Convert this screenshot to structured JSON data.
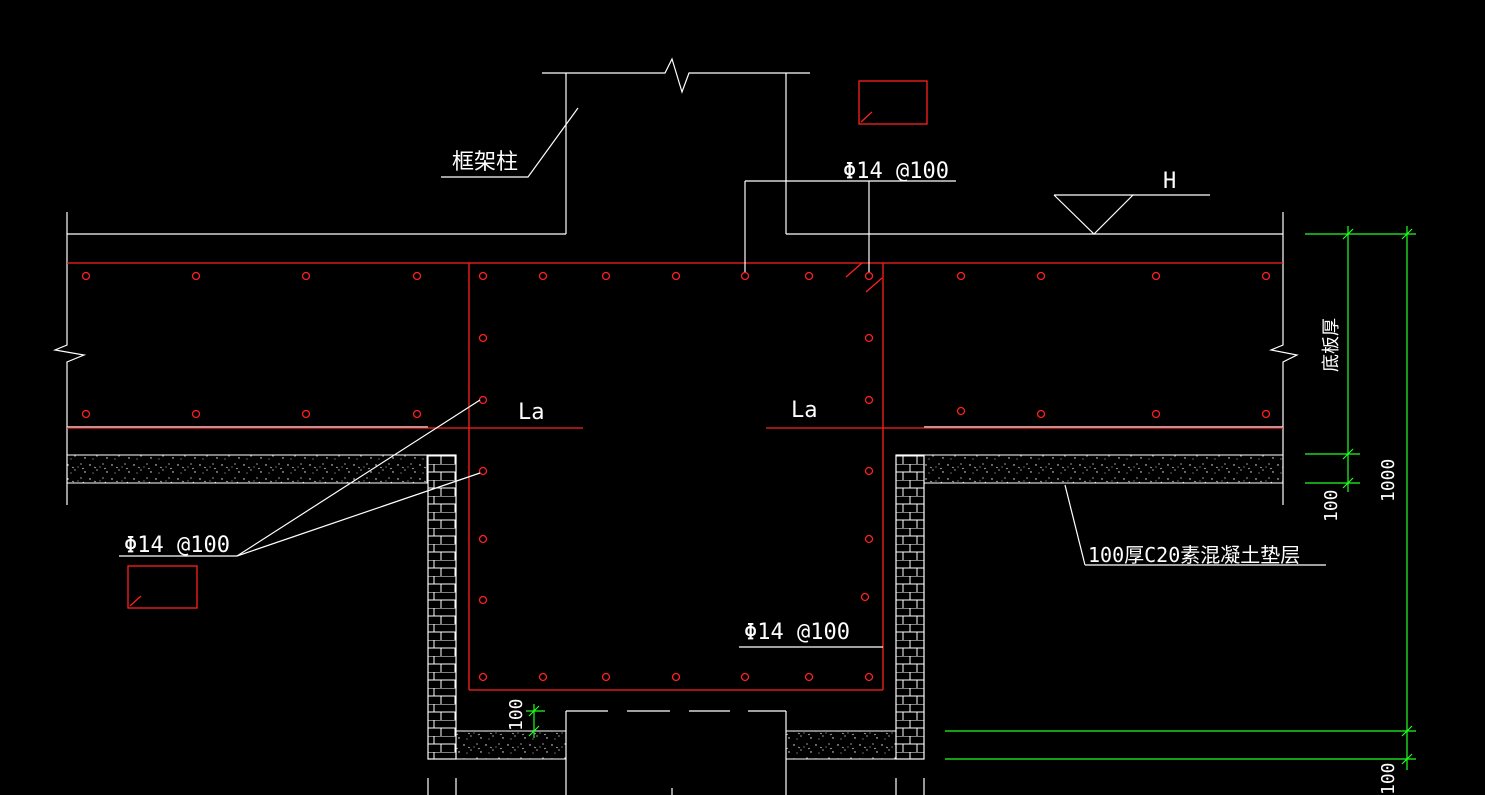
{
  "labels": {
    "column": "框架柱",
    "rebar_top": "Φ14 @100",
    "rebar_left": "Φ14 @100",
    "rebar_bottom": "Φ14 @100",
    "elevation": "H",
    "anchor_left": "La",
    "anchor_right": "La",
    "slab_thickness": "底板厚",
    "cushion": "100厚C20素混凝土垫层",
    "dim_100_right": "100",
    "dim_1000": "1000",
    "dim_100_pit": "100",
    "dim_100_bottom": "100"
  },
  "colors": {
    "background": "#000000",
    "line": "#ffffff",
    "rebar": "#ff2020",
    "dimension": "#21ff21"
  }
}
